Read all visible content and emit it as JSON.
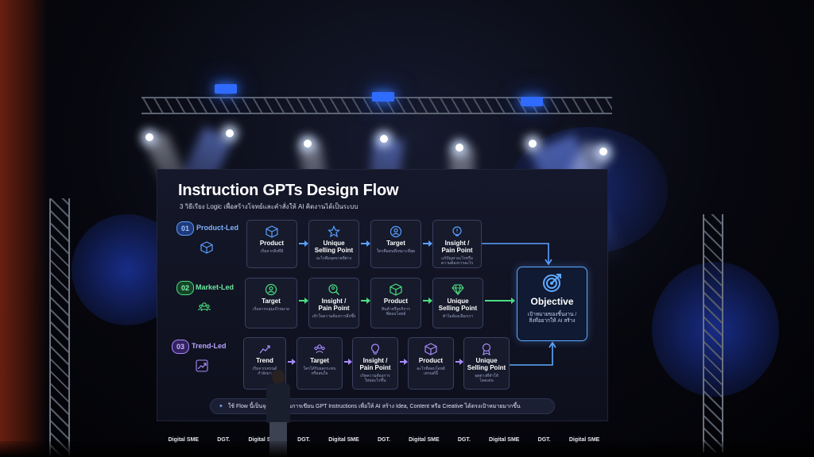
{
  "slide": {
    "title": "Instruction GPTs Design Flow",
    "subtitle": "3 วิธีเรียง Logic เพื่อสร้างโจทย์และคำสั่งให้ AI คิดงานได้เป็นระบบ",
    "rows": [
      {
        "badge": "01",
        "label": "Product-Led",
        "color": "#5aa0ff",
        "cards": [
          {
            "title": "Product",
            "sub": "เริ่มจากสิ่งที่มี"
          },
          {
            "title": "Unique\nSelling Point",
            "sub": "อะไรคือจุดขายที่ต่าง"
          },
          {
            "title": "Target",
            "sub": "ใครคือคนที่เหมาะที่สุด"
          },
          {
            "title": "Insight /\nPain Point",
            "sub": "แก้ปัญหาอะไรหรือ\nความต้องการอะไร"
          }
        ]
      },
      {
        "badge": "02",
        "label": "Market-Led",
        "color": "#4ade80",
        "cards": [
          {
            "title": "Target",
            "sub": "เริ่มจากกลุ่มเป้าหมาย"
          },
          {
            "title": "Insight /\nPain Point",
            "sub": "เข้าใจความต้องการลึกซึ้ง"
          },
          {
            "title": "Product",
            "sub": "สินค้าหรือบริการ\nที่ตอบโจทย์"
          },
          {
            "title": "Unique\nSelling Point",
            "sub": "ทำไมต้องเลือกเรา"
          }
        ]
      },
      {
        "badge": "03",
        "label": "Trend-Led",
        "color": "#a78bfa",
        "cards": [
          {
            "title": "Trend",
            "sub": "เริ่มจากเทรนด์\nกำลังมา"
          },
          {
            "title": "Target",
            "sub": "ใครได้รับผลกระทบ\nหรือสนใจ"
          },
          {
            "title": "Insight /\nPain Point",
            "sub": "เกิดความต้องการ\nใหม่อะไรขึ้น"
          },
          {
            "title": "Product",
            "sub": "อะไรที่ตอบโจทย์\nเทรนด์นี้"
          },
          {
            "title": "Unique\nSelling Point",
            "sub": "จุดต่างที่ทำให้\nโดดเด่น"
          }
        ]
      }
    ],
    "objective": {
      "title": "Objective",
      "sub": "เป้าหมายของชิ้นงาน /\nสิ่งที่อยากให้ AI สร้าง"
    },
    "footer": "ใช้ Flow นี้เป็นจุดเริ่มต้นในการเขียน GPT Instructions เพื่อให้ AI สร้าง Idea, Content หรือ Creative ได้ตรงเป้าหมายมากขึ้น"
  },
  "sponsors": [
    "Digital SME",
    "DGT.",
    "Digital SME",
    "DGT.",
    "Digital SME",
    "DGT.",
    "Digital SME",
    "DGT.",
    "Digital SME",
    "DGT.",
    "Digital SME"
  ]
}
